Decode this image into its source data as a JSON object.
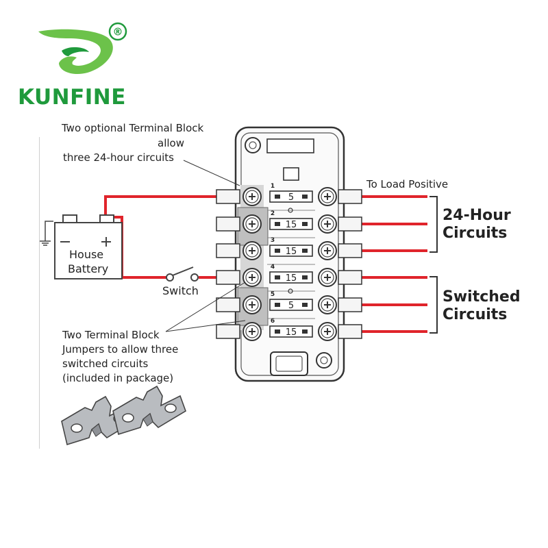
{
  "brand": {
    "name": "KUNFINE",
    "registered_mark": "®",
    "colors": {
      "green": "#1f9a3c",
      "light_green": "#6cc24a"
    }
  },
  "wire_color": "#e0242b",
  "annotations": {
    "optional_block_line1": "Two optional Terminal Block",
    "optional_block_line2": "allow",
    "optional_block_line3": "three 24-hour circuits",
    "to_load_positive": "To Load Positive",
    "group_24h_line1": "24-Hour",
    "group_24h_line2": "Circuits",
    "group_switched_line1": "Switched",
    "group_switched_line2": "Circuits",
    "battery_line1": "House",
    "battery_line2": "Battery",
    "switch": "Switch",
    "jumpers_line1": "Two Terminal Block",
    "jumpers_line2": "Jumpers to allow three",
    "jumpers_line3": "switched circuits",
    "jumpers_line4": "(included in package)"
  },
  "fuse_block": {
    "circuits": [
      {
        "number": "1",
        "fuse": "5"
      },
      {
        "number": "2",
        "fuse": "15"
      },
      {
        "number": "3",
        "fuse": "15"
      },
      {
        "number": "4",
        "fuse": "15"
      },
      {
        "number": "5",
        "fuse": "5"
      },
      {
        "number": "6",
        "fuse": "15"
      }
    ]
  }
}
